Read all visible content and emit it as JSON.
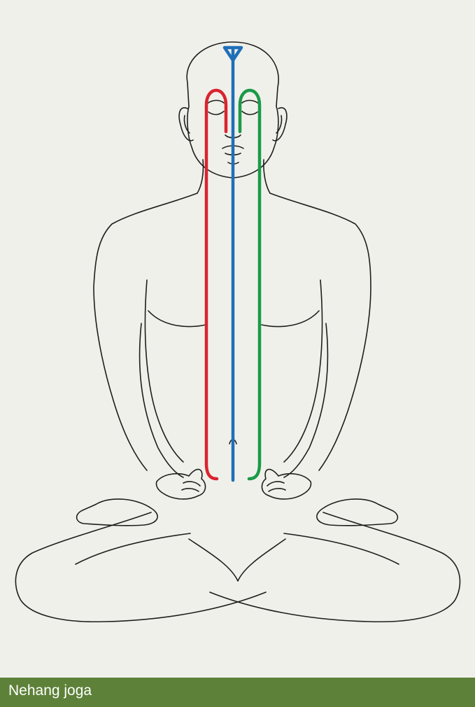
{
  "caption": {
    "title": "Nehang joga",
    "bar_color": "#5d8138",
    "text_color": "#ffffff"
  },
  "figure": {
    "background": "#f0f0ea",
    "subject": "seated-meditating-figure-icon",
    "channels": [
      {
        "id": "ida",
        "color": "#d9242f"
      },
      {
        "id": "sushumna",
        "color": "#1f6fb8"
      },
      {
        "id": "pingala",
        "color": "#1a9a48"
      }
    ]
  }
}
